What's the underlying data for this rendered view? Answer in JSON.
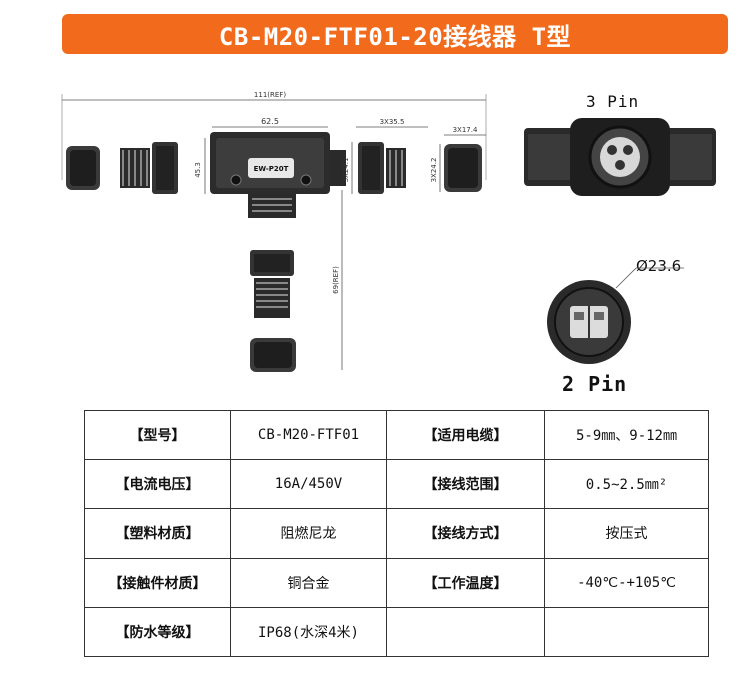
{
  "title": "CB-M20-FTF01-20接线器 T型",
  "drawing": {
    "dim_total": "111(REF)",
    "dim_body": "62.5",
    "dim_side1": "3X35.5",
    "dim_side2": "3X17.4",
    "dim_height": "45.3",
    "dim_d1": "3X24.1",
    "dim_d2": "3X24.2",
    "dim_vert": "69(REF)",
    "body_label": "EW-P20T",
    "pin3_label": "3 Pin",
    "pin2_label": "2 Pin",
    "diameter": "Ø23.6"
  },
  "specs": [
    {
      "k1": "【型号】",
      "v1": "CB-M20-FTF01",
      "k2": "【适用电缆】",
      "v2": "5-9㎜、9-12㎜"
    },
    {
      "k1": "【电流电压】",
      "v1": "16A/450V",
      "k2": "【接线范围】",
      "v2": "0.5~2.5㎜²"
    },
    {
      "k1": "【塑料材质】",
      "v1": "阻燃尼龙",
      "k2": "【接线方式】",
      "v2": "按压式"
    },
    {
      "k1": "【接触件材质】",
      "v1": "铜合金",
      "k2": "【工作温度】",
      "v2": "-40℃-+105℃"
    },
    {
      "k1": "【防水等级】",
      "v1": "IP68(水深4米)",
      "k2": "",
      "v2": ""
    }
  ]
}
